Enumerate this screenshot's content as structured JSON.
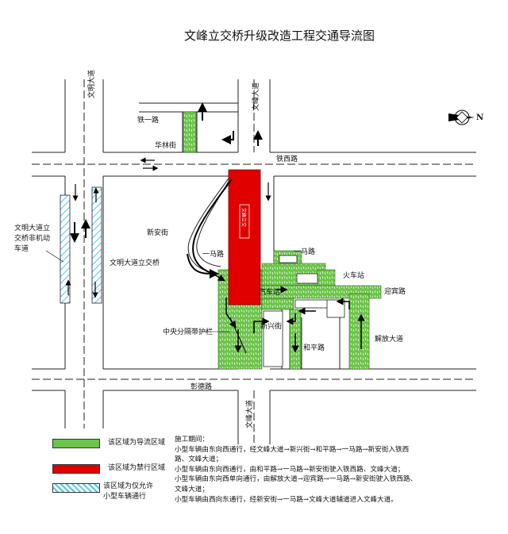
{
  "title": "文峰立交桥升级改造工程交通导流图",
  "roads": {
    "wenming_top": "文明大道",
    "wenfeng_top": "文峰大道",
    "tieyi": "铁一路",
    "hualin": "华林街",
    "tiexi": "铁西路",
    "xinan": "新安街",
    "mayi_left": "一马路",
    "mayi_right": "一马路",
    "huochezhan": "火车站",
    "yingbin": "迎宾路",
    "qichezhan": "汽车站",
    "xinxing": "新兴街",
    "heping": "和平路",
    "jiefang": "解放大道",
    "zhangde": "彰德路",
    "wenfeng_bottom": "文峰大道",
    "wenming_bridge": "文明大道立交桥",
    "bridge_inner": "文峰立交",
    "wenming_side": [
      "文明大道立",
      "交桥非机动",
      "车道"
    ],
    "median": "中央分隔带护栏"
  },
  "legend": [
    {
      "label": "该区域为导流区域",
      "color": "#6cc44a"
    },
    {
      "label": "该区域为禁行区域",
      "color": "#e00000"
    },
    {
      "label": "该区域为仅允许",
      "label2": "小型车辆通行",
      "color": "#4fc7e6"
    }
  ],
  "notes": [
    "施工期间：",
    "小型车辆由东向西通行，经文峰大道→新兴街→和平路→一马路→新安街入铁西",
    "路、文峰大道；",
    "小型车辆由东向西通行，由和平路→一马路→新安街驶入铁西路、文峰大道；",
    "小型车辆由东向西单向通行，由解放大道→迎宾路→一马路→新安街驶入铁西路、",
    "文峰大道；",
    "小型车辆由西向东通行，经新安街→一马路→文峰大道辅道进入文峰大道。"
  ],
  "compass": "N"
}
